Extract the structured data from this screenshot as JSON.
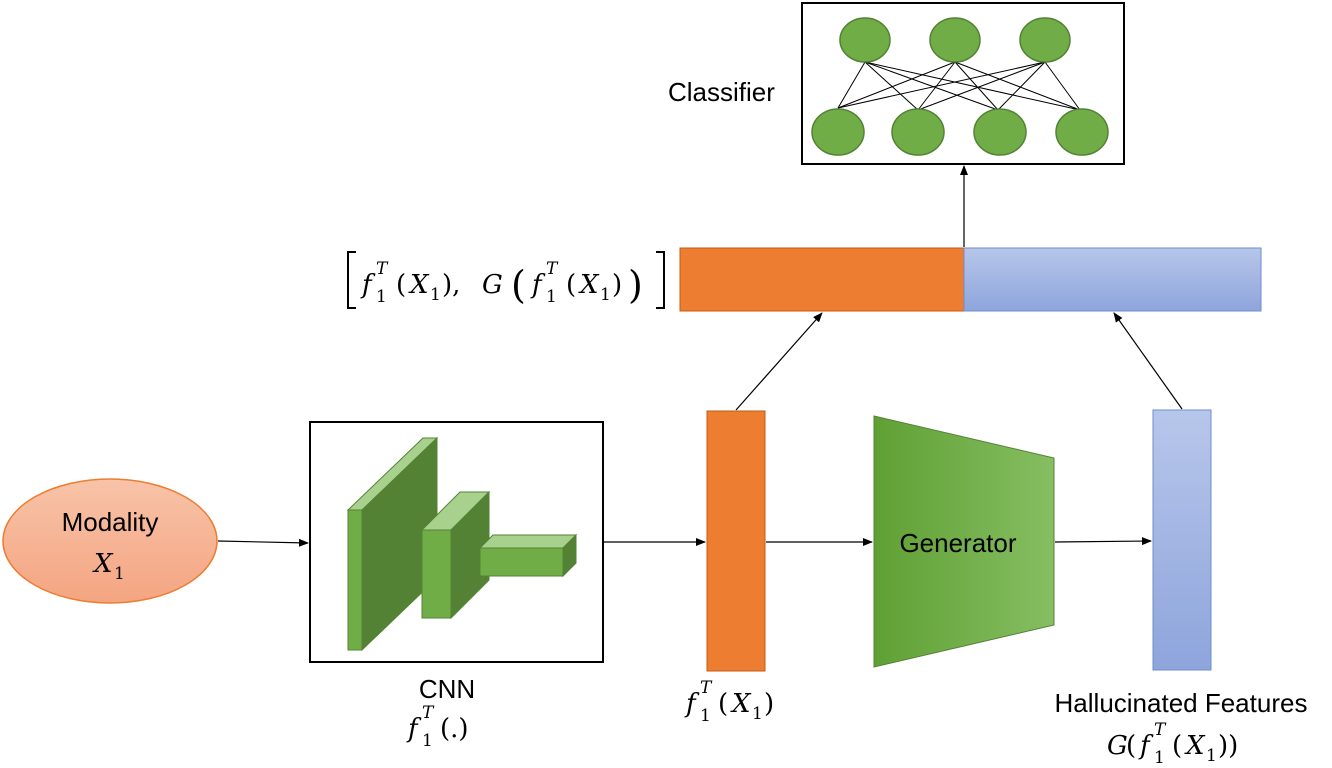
{
  "labels": {
    "modality_line1": "Modality",
    "modality_line2_var": "X",
    "modality_line2_sub": "1",
    "classifier": "Classifier",
    "cnn": "CNN",
    "cnn_func": {
      "f": "f",
      "sub": "1",
      "sup": "T",
      "arg": "(.)"
    },
    "feature": {
      "f": "f",
      "sub": "1",
      "sup": "T",
      "open": "(",
      "x": "X",
      "xsub": "1",
      "close": ")"
    },
    "generator": "Generator",
    "hallucinated": "Hallucinated Features",
    "hallucinated_func": {
      "g": "G",
      "open": "(",
      "f": "f",
      "sub": "1",
      "sup": "T",
      "open2": "(",
      "x": "X",
      "xsub": "1",
      "close": "))"
    },
    "concat": {
      "lbracket": "[",
      "f": "f",
      "sub": "1",
      "sup": "T",
      "open": "(",
      "x": "X",
      "xsub": "1",
      "close": "),",
      "g": "G",
      "bigopen": "(",
      "f2": "f",
      "sub2": "1",
      "sup2": "T",
      "open2": "(",
      "x2": "X",
      "xsub2": "1",
      "close2": ")",
      "bigclose": ")",
      "rbracket": "]"
    }
  },
  "colors": {
    "orange": "#ED7D31",
    "orange_border": "#C55A11",
    "blue_top": "#B4C3E8",
    "blue_bottom": "#8EA5DC",
    "blue_border": "#6F8DCC",
    "green": "#70AD47",
    "green_dark": "#548235",
    "green_light": "#A9D18E",
    "modality_fill": "#F4A582",
    "modality_border": "#ED7D31"
  }
}
